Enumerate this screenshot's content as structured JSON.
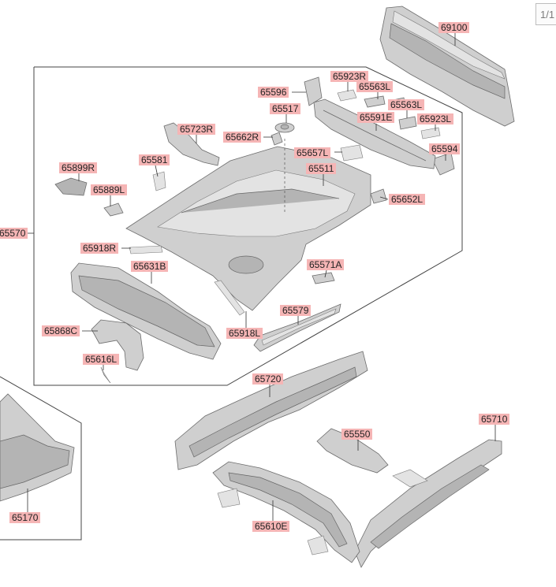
{
  "page_indicator": "1/1",
  "callouts": {
    "c69100": "69100",
    "c65596": "65596",
    "c65923R": "65923R",
    "c65563L_a": "65563L",
    "c65517": "65517",
    "c65563L_b": "65563L",
    "c65591E": "65591E",
    "c65923L": "65923L",
    "c65723R": "65723R",
    "c65662R": "65662R",
    "c65657L": "65657L",
    "c65594": "65594",
    "c65581": "65581",
    "c65511": "65511",
    "c65899R": "65899R",
    "c65889L": "65889L",
    "c65652L": "65652L",
    "c65570": "65570",
    "c65918R": "65918R",
    "c65631B": "65631B",
    "c65571A": "65571A",
    "c65579": "65579",
    "c65868C": "65868C",
    "c65918L": "65918L",
    "c65616L": "65616L",
    "c65720": "65720",
    "c65550": "65550",
    "c65710": "65710",
    "c65170": "65170",
    "c65610E": "65610E"
  }
}
